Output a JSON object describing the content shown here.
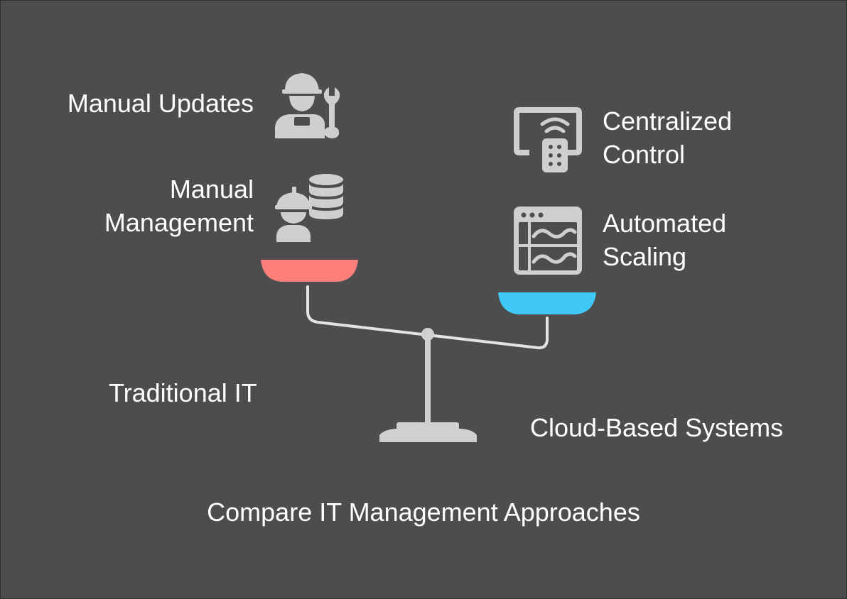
{
  "diagram": {
    "title": "Compare IT Management Approaches",
    "left": {
      "label": "Traditional IT",
      "pan_color": "#fc7f7c",
      "items": [
        {
          "line1": "Manual Updates",
          "line2": "",
          "icon": "worker-wrench-icon"
        },
        {
          "line1": "Manual",
          "line2": "Management",
          "icon": "worker-database-icon"
        }
      ]
    },
    "right": {
      "label": "Cloud-Based Systems",
      "pan_color": "#40c8f7",
      "items": [
        {
          "line1": "Centralized",
          "line2": "Control",
          "icon": "remote-control-icon"
        },
        {
          "line1": "Automated",
          "line2": "Scaling",
          "icon": "monitoring-window-icon"
        }
      ]
    },
    "colors": {
      "background": "#4d4d4d",
      "icon": "#cfcfcf",
      "scale": "#d8d8d8",
      "text": "#ffffff"
    }
  }
}
